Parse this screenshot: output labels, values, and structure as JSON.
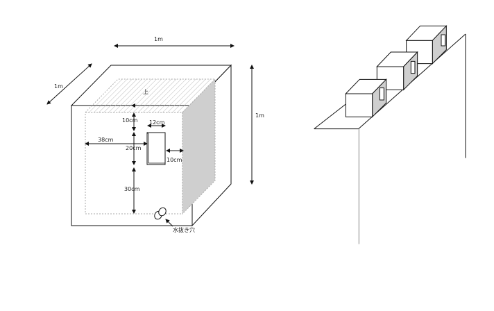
{
  "left_figure": {
    "width_label": "1m",
    "depth_label": "1m",
    "height_label": "1m",
    "top_label": "上",
    "top_margin_label": "10cm",
    "left_offset_label": "38cm",
    "window_height_label": "20cm",
    "window_width_label": "12cm",
    "right_margin_label": "10cm",
    "bottom_offset_label": "30cm",
    "drain_hole_label": "水抜き穴"
  },
  "colors": {
    "shade": "#cfcfcf",
    "line": "#111111",
    "dashed": "#9a9a9a"
  }
}
